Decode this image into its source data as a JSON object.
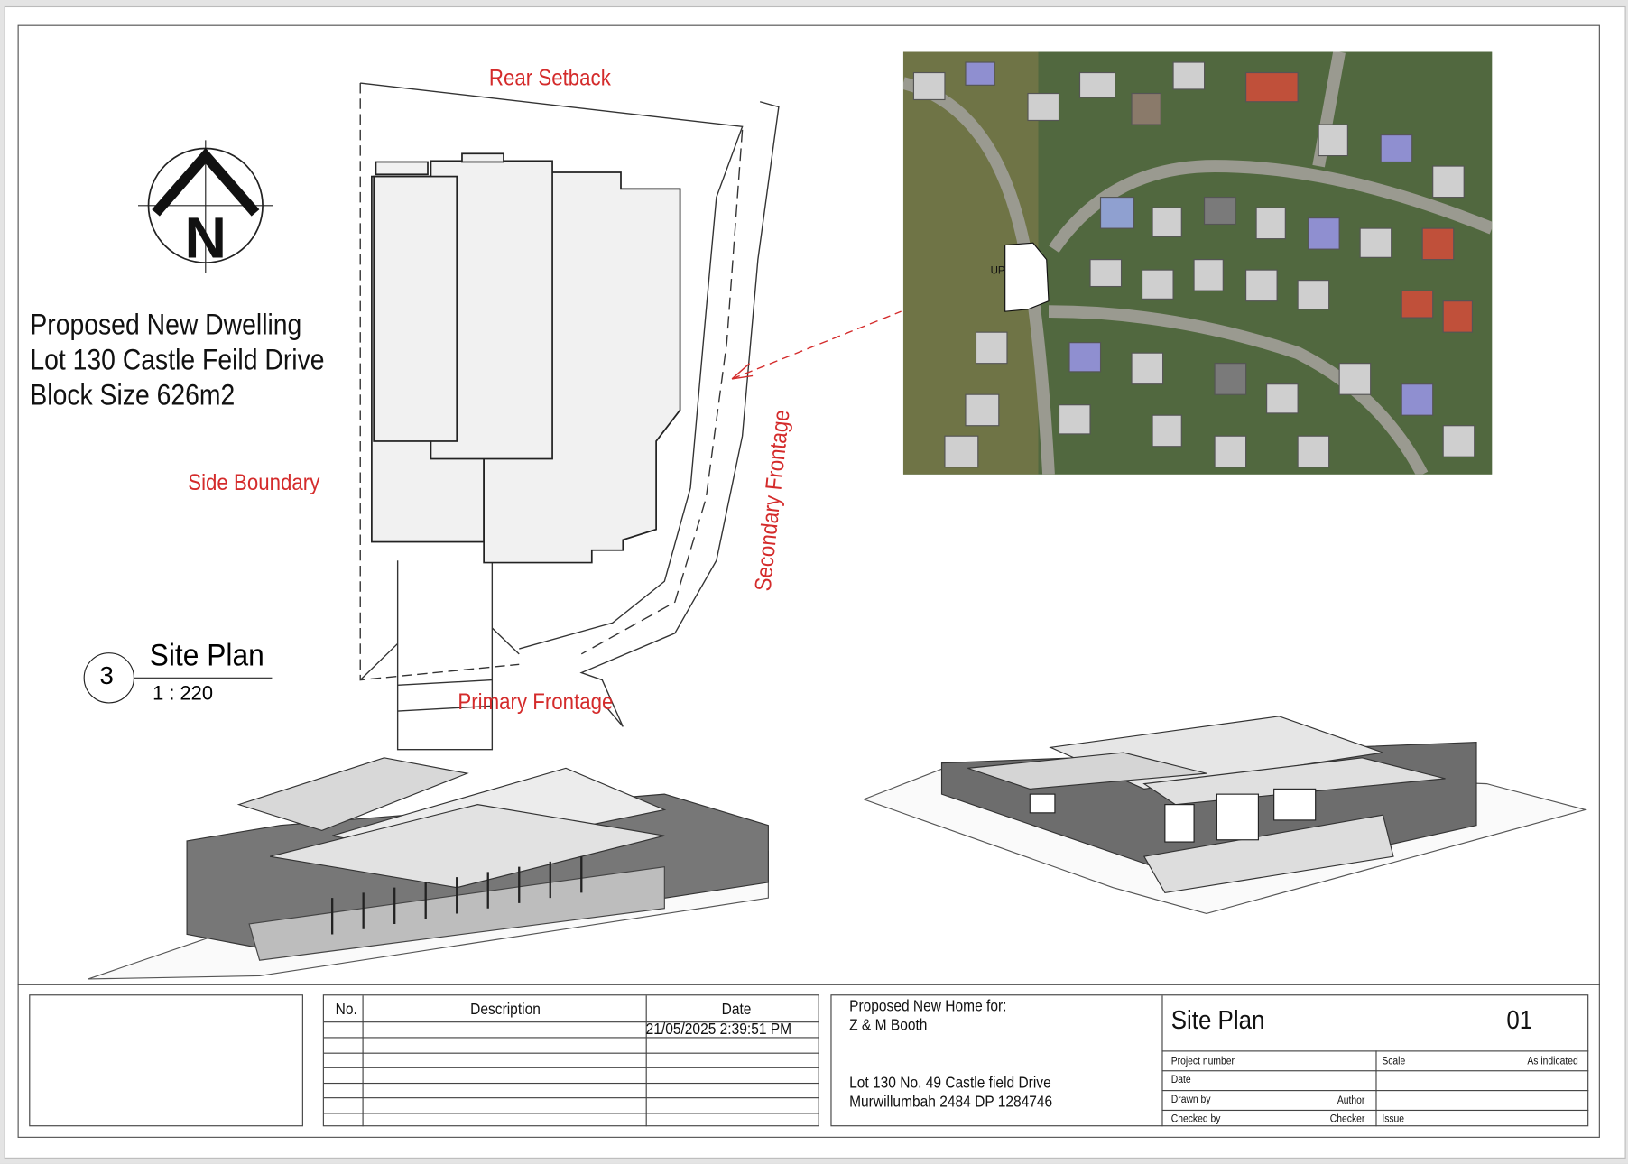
{
  "labels": {
    "rear_setback": "Rear Setback",
    "side_boundary": "Side Boundary",
    "secondary_frontage": "Secondary Frontage",
    "primary_frontage": "Primary Frontage"
  },
  "project_info": [
    "Proposed New Dwelling",
    "Lot 130 Castle Feild Drive",
    "Block Size 626m2"
  ],
  "view": {
    "number": "3",
    "title": "Site Plan",
    "scale": "1 : 220"
  },
  "north_arrow": {
    "letter": "N"
  },
  "aerial": {
    "marker": "UP"
  },
  "revisions": {
    "headers": [
      "No.",
      "Description",
      "Date"
    ],
    "rows": [
      [
        "",
        "",
        "21/05/2025 2:39:51 PM"
      ]
    ]
  },
  "client": {
    "line1": "Proposed New Home for:",
    "line2": "Z & M Booth",
    "address1": "Lot 130  No. 49 Castle field Drive",
    "address2": "Murwillumbah 2484    DP 1284746"
  },
  "sheet": {
    "title": "Site Plan",
    "number": "01",
    "project_number_label": "Project number",
    "scale_label": "Scale",
    "scale_value": "As indicated",
    "date_label": "Date",
    "drawn_by_label": "Drawn by",
    "drawn_by": "Author",
    "checked_by_label": "Checked by",
    "checked_by": "Checker",
    "issue_label": "Issue"
  },
  "colors": {
    "annotation": "#d42b2b",
    "line": "#444444"
  }
}
